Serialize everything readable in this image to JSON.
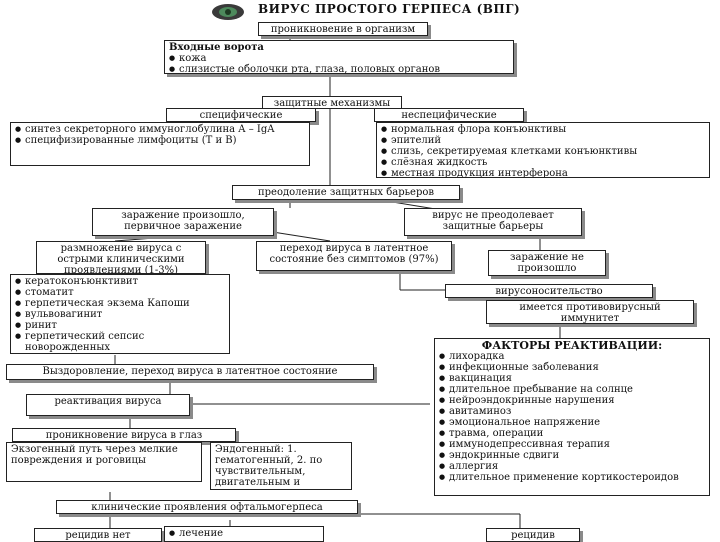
{
  "title": "ВИРУС ПРОСТОГО ГЕРПЕСА (ВПГ)",
  "penetration": "проникновение в организм",
  "entry": {
    "heading": "Входные ворота",
    "items": [
      "кожа",
      "слизистые оболочки рта, глаза, половых органов"
    ]
  },
  "defense": "защитные механизмы",
  "specific": {
    "label": "специфические",
    "items": [
      "синтез секреторного иммуноглобулина A – IgA",
      "специфизированные лимфоциты (T и B)"
    ]
  },
  "nonspecific": {
    "label": "неспецифические",
    "items": [
      "нормальная флора конъюнктивы",
      "эпителий",
      "слизь, секретируемая клетками конъюнктивы",
      "слёзная жидкость",
      "местная продукция интерферона"
    ]
  },
  "overcome": "преодоление защитных барьеров",
  "primary_infection": "заражение произошло, первичное заражение",
  "no_overcome": "вирус не преодолевает защитные барьеры",
  "replication": "размножение вируса с острыми клиническими проявлениями (1-3%)",
  "latent": "переход вируса в латентное состояние без симптомов (97%)",
  "no_infection": "заражение не произошло",
  "virus_carrier": "вирусоносительство",
  "immunity": "имеется противовирусный иммунитет",
  "clinical_list": [
    "кератоконъюнктивит",
    "стоматит",
    "герпетическая экзема Капоши",
    "вульвовагинит",
    "ринит",
    "герпетический сепсис новорожденных"
  ],
  "recovery": "Выздоровление, переход вируса в латентное состояние",
  "reactivation": "реактивация вируса",
  "eye_penetration": "проникновение вируса в глаз",
  "exogenous": "Экзогенный путь через мелкие повреждения и роговицы",
  "endogenous": "Эндогенный: 1. гематогенный, 2. по чувствительным, двигательным и",
  "factors": {
    "heading": "ФАКТОРЫ РЕАКТИВАЦИИ:",
    "items": [
      "лихорадка",
      "инфекционные заболевания",
      "вакцинация",
      "длительное пребывание на солнце",
      "нейроэндокринные нарушения",
      "авитаминоз",
      "эмоциональное напряжение",
      "травма, операции",
      "иммунодепрессивная терапия",
      "эндокринные сдвиги",
      "аллергия",
      "длительное применение кортикостероидов"
    ]
  },
  "clinical_eye": "клинические проявления офтальмогерпеса",
  "bottom_left": "рецидив нет",
  "bottom_mid": [
    "лечение"
  ],
  "bottom_right": "рецидив"
}
